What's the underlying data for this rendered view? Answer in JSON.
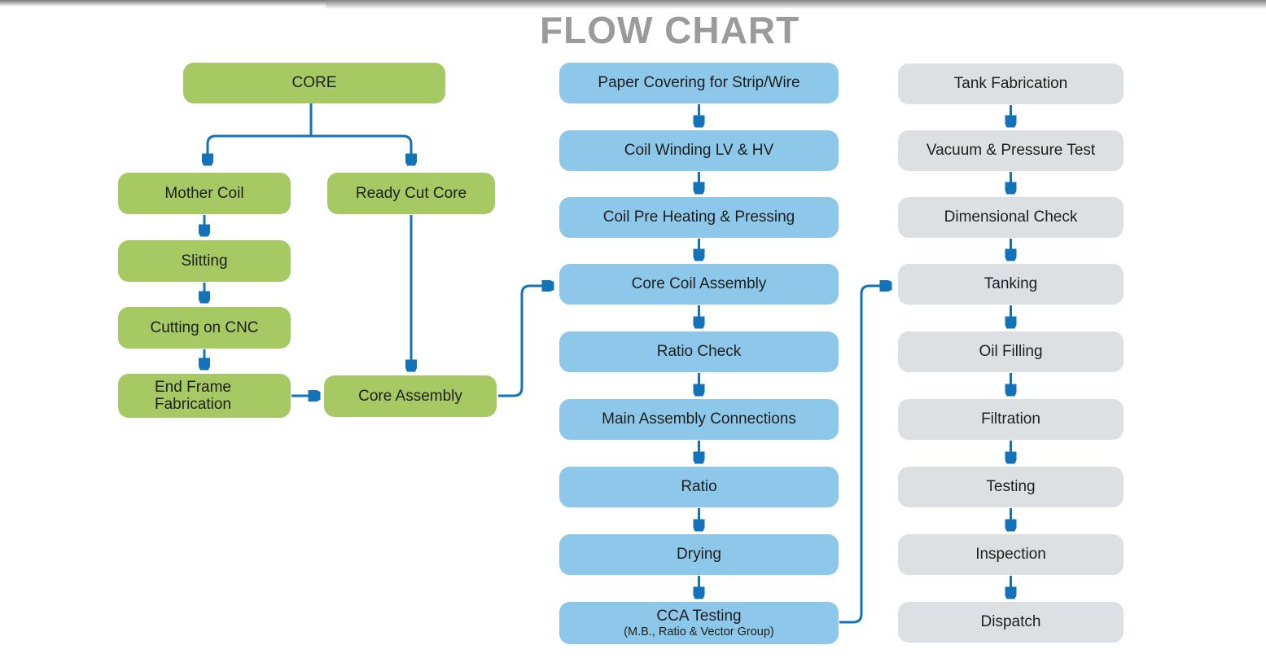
{
  "title": "FLOW CHART",
  "colors": {
    "green_node": "#a7c964",
    "blue_node": "#8dc8ea",
    "gray_node": "#dde0e2",
    "arrow": "#1473b8",
    "title_text": "#9b9b9b",
    "node_text": "#1e1f1d"
  },
  "core_flow": {
    "core": "CORE",
    "mother_coil": "Mother Coil",
    "ready_cut_core": "Ready Cut Core",
    "slitting": "Slitting",
    "cutting_on_cnc": "Cutting on CNC",
    "end_frame_fabrication": "End Frame\nFabrication",
    "core_assembly": "Core Assembly"
  },
  "coil_flow": {
    "steps": [
      "Paper Covering for Strip/Wire",
      "Coil Winding LV & HV",
      "Coil Pre Heating & Pressing",
      "Core Coil Assembly",
      "Ratio Check",
      "Main Assembly Connections",
      "Ratio",
      "Drying",
      "CCA Testing"
    ],
    "cca_sublabel": "(M.B., Ratio & Vector Group)"
  },
  "tank_flow": {
    "steps": [
      "Tank Fabrication",
      "Vacuum & Pressure Test",
      "Dimensional Check",
      "Tanking",
      "Oil Filling",
      "Filtration",
      "Testing",
      "Inspection",
      "Dispatch"
    ]
  }
}
